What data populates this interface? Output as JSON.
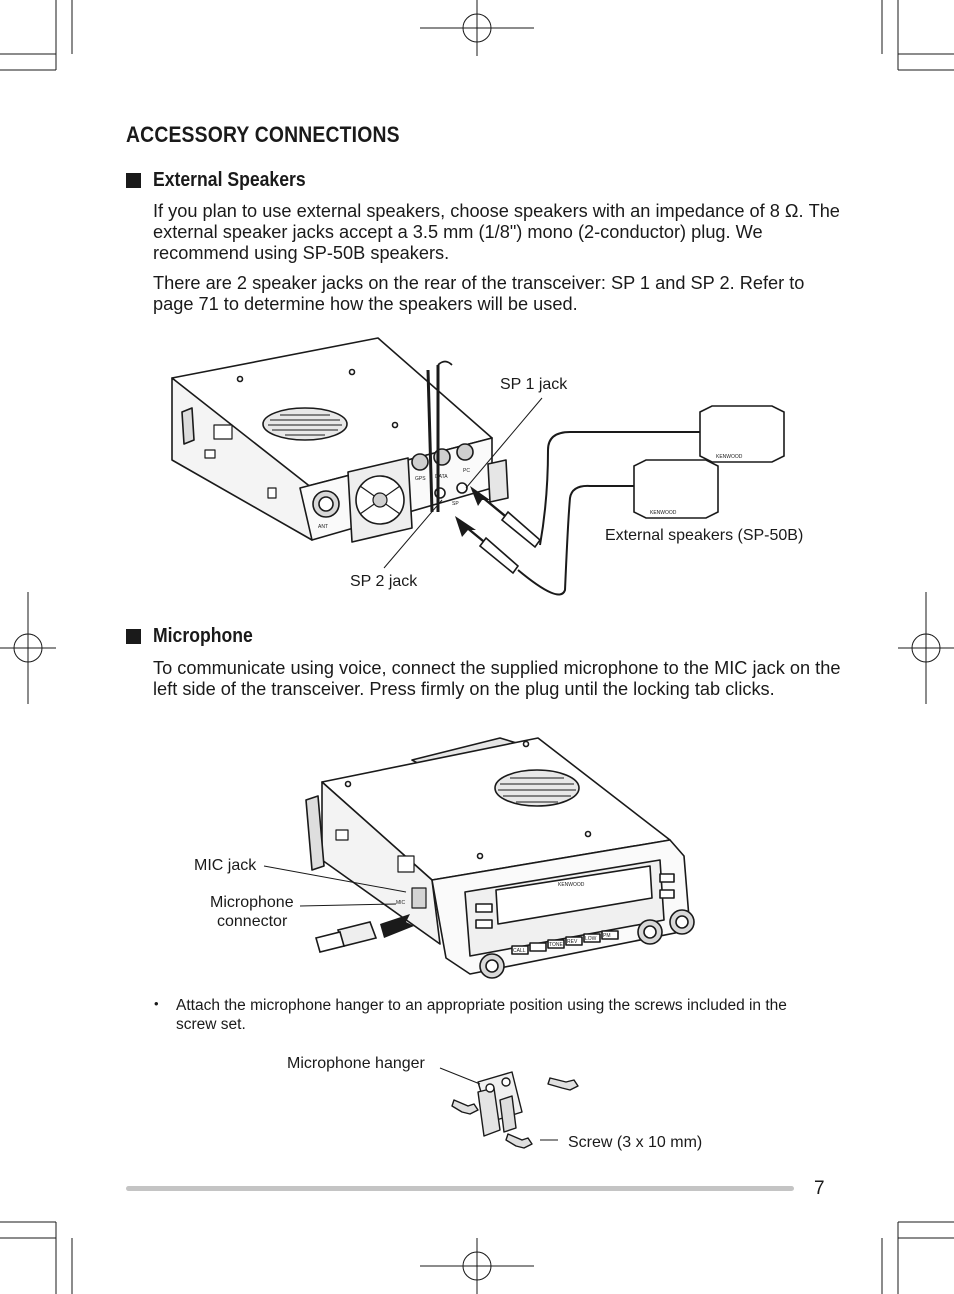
{
  "page": {
    "title": "ACCESSORY CONNECTIONS",
    "page_number": "7"
  },
  "external_speakers": {
    "heading": "External Speakers",
    "para1": "If you plan to use external speakers, choose speakers with an impedance of 8 Ω.  The external speaker jacks accept a 3.5 mm (1/8\") mono (2-conductor) plug.  We recommend using SP-50B speakers.",
    "para2": "There are 2 speaker jacks on the rear of the transceiver: SP 1 and SP 2. Refer to page 71 to determine how the speakers will be used.",
    "figure": {
      "label_sp1": "SP 1 jack",
      "label_sp2": "SP 2 jack",
      "label_speakers": "External speakers (SP-50B)",
      "panel_ant": "ANT",
      "panel_data": "DATA",
      "panel_pc": "PC",
      "panel_gps": "GPS",
      "panel_sp": "SP",
      "brand": "KENWOOD"
    }
  },
  "microphone": {
    "heading": "Microphone",
    "para1": "To communicate using voice, connect the supplied microphone to the MIC jack on the left side of the transceiver.  Press firmly on the plug until the locking tab clicks.",
    "figure": {
      "label_mic_jack": "MIC jack",
      "label_mic_connector_1": "Microphone",
      "label_mic_connector_2": "connector",
      "panel_mic": "MIC",
      "brand": "KENWOOD",
      "btn_tone": "TONE",
      "btn_rev": "REV",
      "btn_low": "LOW",
      "btn_call": "CALL",
      "btn_pm": "PM"
    },
    "bullet_mark": "•",
    "bullet": "Attach the microphone hanger to an appropriate position using the screws included in the screw set.",
    "hanger_figure": {
      "label_hanger": "Microphone hanger",
      "label_screw": "Screw (3 x 10 mm)"
    }
  }
}
